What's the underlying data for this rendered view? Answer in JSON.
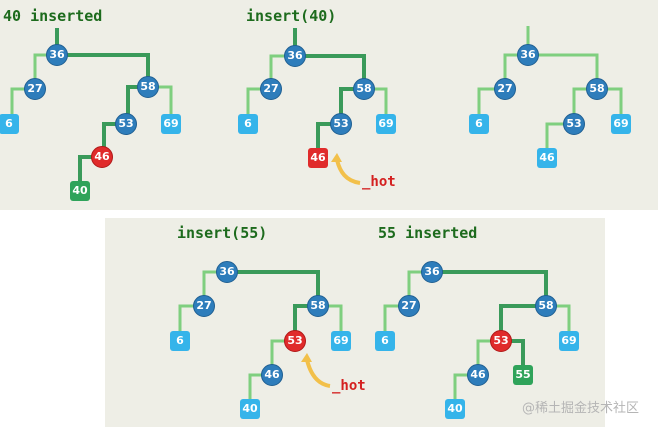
{
  "panels": {
    "p1": {
      "title": "40 inserted"
    },
    "p2": {
      "title": "insert(40)",
      "hot_label": "_hot"
    },
    "p3": {
      "title": ""
    },
    "p4": {
      "title": "insert(55)",
      "hot_label": "_hot"
    },
    "p5": {
      "title": "55 inserted"
    }
  },
  "nodes": {
    "k36": "36",
    "k27": "27",
    "k58": "58",
    "k6": "6",
    "k53": "53",
    "k69": "69",
    "k46": "46",
    "k40": "40",
    "k55": "55"
  },
  "colors": {
    "panel_bg": "#eeeee6",
    "edge_thick": "#3a9a5a",
    "edge_thin": "#7fcf7f",
    "node_blue": "#2e7dbb",
    "node_red": "#e02b2b",
    "leaf_cyan": "#35b4ea",
    "leaf_green": "#2fa35a",
    "title_green": "#1d6b1d",
    "hot_red": "#d42020",
    "arrow_yellow": "#f2c04a"
  },
  "watermark": "@稀土掘金技术社区"
}
